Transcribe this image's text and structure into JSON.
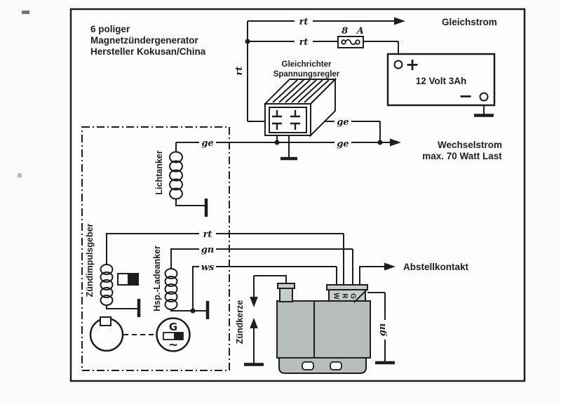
{
  "header": {
    "title_line1": "6 poliger",
    "title_line2": "Magnetzündergenerator",
    "title_line3": "Hersteller Kokusan/China"
  },
  "sections": {
    "dc_label": "Gleichstrom",
    "ac_label_line1": "Wechselstrom",
    "ac_label_line2": "max. 70 Watt Last",
    "kill_switch_label": "Abstellkontakt"
  },
  "battery": {
    "capacity": "12 Volt 3Ah",
    "plus": "+",
    "minus": "−"
  },
  "fuse": {
    "rating": "8 A"
  },
  "rectifier": {
    "label_line1": "Gleichrichter",
    "label_line2": "Spannungsregler"
  },
  "generator": {
    "lighting_coil": "Lichtanker",
    "trigger_coil": "Zündimpulsgeber",
    "charge_coil": "Hsp.-Ladeanker",
    "symbol_g": "G",
    "symbol_ac": "~"
  },
  "spark_plug": {
    "label": "Zündkerze"
  },
  "cdi": {
    "pins": [
      "W",
      "R",
      "G"
    ]
  },
  "wire_labels": {
    "rt": "rt",
    "ge": "ge",
    "gn": "gn",
    "ws": "ws"
  },
  "colors": {
    "ink": "#1d1d1b",
    "paper": "#fbfaf7",
    "cdi_body": "#b7beba",
    "cdi_connector": "#c6ccc8"
  }
}
